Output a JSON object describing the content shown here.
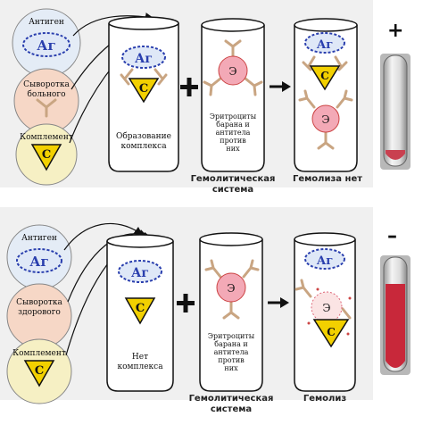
{
  "panels": [
    {
      "id": "positive",
      "sign": "+",
      "components": {
        "antigen_label": "Антиген",
        "antigen_symbol": "Аг",
        "serum_label": [
          "Сыворотка",
          "больного"
        ],
        "complement_label": "Комплемент",
        "complement_symbol": "С"
      },
      "tube1": {
        "antigen_symbol": "Аг",
        "complement_symbol": "С",
        "caption": [
          "Образование",
          "комплекса"
        ]
      },
      "tube2": {
        "cell_symbol": "Э",
        "caption": [
          "Эритроциты",
          "барана и",
          "антитела",
          "против",
          "них"
        ]
      },
      "tube3": {
        "antigen_symbol": "Аг",
        "complement_symbol": "С",
        "cell_symbol": "Э"
      },
      "hemolytic_caption": [
        "Гемолитическая",
        "система"
      ],
      "result_caption": "Гемолиза нет",
      "test_tube_color": "#c94050"
    },
    {
      "id": "negative",
      "sign": "–",
      "components": {
        "antigen_label": "Антиген",
        "antigen_symbol": "Аг",
        "serum_label": [
          "Сыворотка",
          "здорового"
        ],
        "complement_label": "Комплемент",
        "complement_symbol": "С"
      },
      "tube1": {
        "antigen_symbol": "Аг",
        "complement_symbol": "С",
        "caption": [
          "Нет",
          "комплекса"
        ]
      },
      "tube2": {
        "cell_symbol": "Э",
        "caption": [
          "Эритроциты",
          "барана и",
          "антитела",
          "против",
          "них"
        ]
      },
      "tube3": {
        "antigen_symbol": "Аг",
        "complement_symbol": "С",
        "cell_symbol": "Э"
      },
      "hemolytic_caption": [
        "Гемолитическая",
        "система"
      ],
      "result_caption": "Гемолиз",
      "test_tube_color": "#c8283a"
    }
  ],
  "colors": {
    "antigen_blue": "#2a3fae",
    "antigen_bg": "#dfe8f7",
    "complement_yellow": "#f2d000",
    "erythrocyte_pink": "#f3a9b6",
    "antibody_tan": "#c9a582",
    "circle_antigen_fill": "#e4ecf6",
    "circle_serum_fill": "#f6d7c6",
    "circle_complement_fill": "#f6f0c4"
  }
}
